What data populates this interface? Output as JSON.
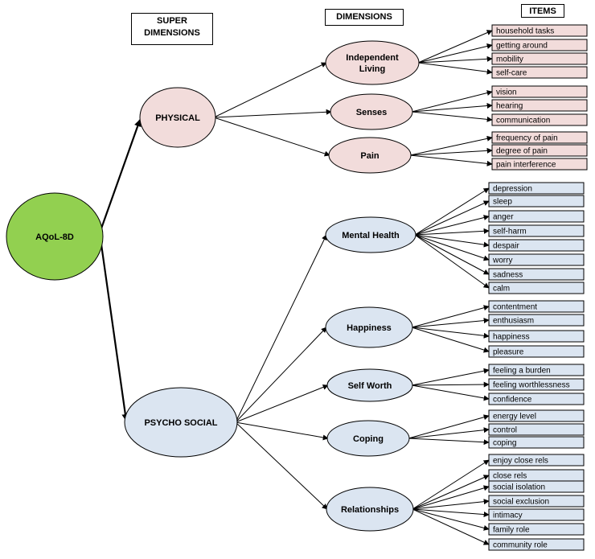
{
  "headers": {
    "super_line1": "SUPER",
    "super_line2": "DIMENSIONS",
    "dimensions": "DIMENSIONS",
    "items": "ITEMS"
  },
  "root": {
    "label": "AQoL-8D",
    "color": "#92d050"
  },
  "colors": {
    "physical_fill": "#f2dcdb",
    "psycho_fill": "#dbe5f1",
    "stroke": "#000000"
  },
  "super_dimensions": [
    {
      "label": "PHYSICAL",
      "theme": "physical",
      "dimensions": [
        {
          "label_lines": [
            "Independent",
            "Living"
          ],
          "items": [
            "household tasks",
            "getting around",
            "mobility",
            "self-care"
          ]
        },
        {
          "label_lines": [
            "Senses"
          ],
          "items": [
            "vision",
            "hearing",
            "communication"
          ]
        },
        {
          "label_lines": [
            "Pain"
          ],
          "items": [
            "frequency of pain",
            "degree of pain",
            "pain interference"
          ]
        }
      ]
    },
    {
      "label": "PSYCHO SOCIAL",
      "theme": "psycho",
      "dimensions": [
        {
          "label_lines": [
            "Mental  Health"
          ],
          "items": [
            "depression",
            "sleep",
            "anger",
            "self-harm",
            "despair",
            "worry",
            "sadness",
            "calm"
          ]
        },
        {
          "label_lines": [
            "Happiness"
          ],
          "items": [
            "contentment",
            "enthusiasm",
            "happiness",
            "pleasure"
          ]
        },
        {
          "label_lines": [
            "Self Worth"
          ],
          "items": [
            "feeling a burden",
            "feeling worthlessness",
            "confidence"
          ]
        },
        {
          "label_lines": [
            "Coping"
          ],
          "items": [
            "energy level",
            "control",
            "coping"
          ]
        },
        {
          "label_lines": [
            "Relationships"
          ],
          "items": [
            "enjoy close rels",
            "close rels",
            "social isolation",
            "social exclusion",
            "intimacy",
            "family role",
            "community role"
          ]
        }
      ]
    }
  ]
}
